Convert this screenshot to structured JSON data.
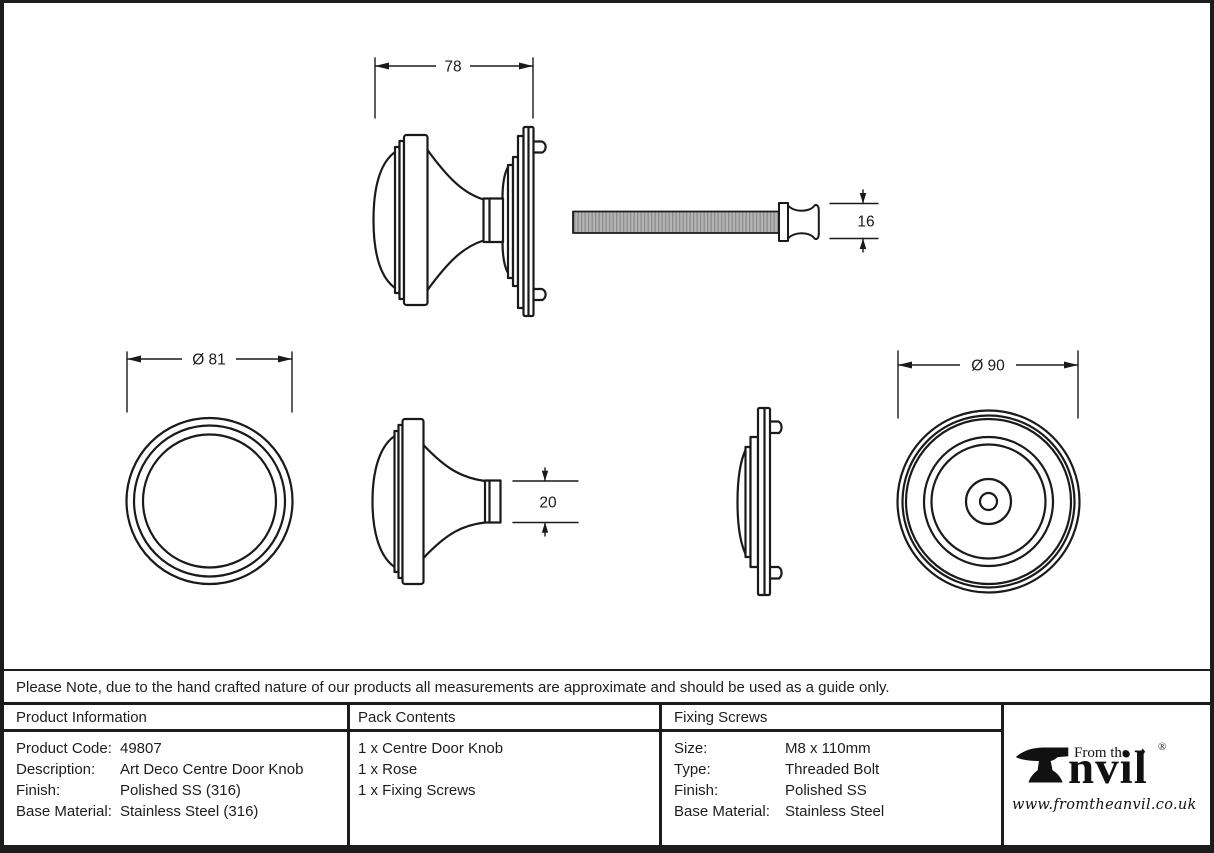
{
  "note": {
    "text": "Please Note, due to the hand crafted nature of our products all measurements are approximate and should be used as a guide only."
  },
  "dimensions": {
    "knob_face_width": "78",
    "bolt_head_height": "16",
    "knob_diameter": "Ø 81",
    "neck_height": "20",
    "rose_diameter": "Ø 90"
  },
  "product_information": {
    "header": "Product Information",
    "rows": [
      {
        "label": "Product Code:",
        "value": "49807"
      },
      {
        "label": "Description:",
        "value": "Art Deco Centre Door Knob"
      },
      {
        "label": "Finish:",
        "value": "Polished SS (316)"
      },
      {
        "label": "Base Material:",
        "value": "Stainless Steel (316)"
      }
    ]
  },
  "pack_contents": {
    "header": "Pack Contents",
    "items": [
      "1 x Centre Door Knob",
      "1 x Rose",
      "1 x Fixing Screws"
    ]
  },
  "fixing_screws": {
    "header": "Fixing Screws",
    "rows": [
      {
        "label": "Size:",
        "value": "M8 x 110mm"
      },
      {
        "label": "Type:",
        "value": "Threaded Bolt"
      },
      {
        "label": "Finish:",
        "value": "Polished SS"
      },
      {
        "label": "Base Material:",
        "value": "Stainless Steel"
      }
    ]
  },
  "logo": {
    "tagline": "From the",
    "diamond": "♦",
    "brand_letters": "nvil",
    "brand_full": "Anvil",
    "registered_mark": "®",
    "website": "www.fromtheanvil.co.uk"
  },
  "colors": {
    "ink": "#1a1a1a",
    "table_line": "#1c1c1c",
    "rod_fill": "#b4b4b4",
    "rod_hatch": "#8d8d8d"
  }
}
